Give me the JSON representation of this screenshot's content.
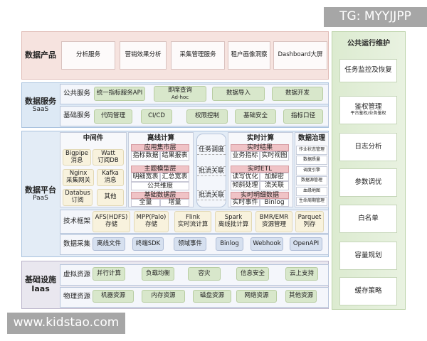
{
  "watermark_top": "TG: MYYJJPP",
  "watermark_bottom": "www.kidstao.com",
  "products": {
    "label": "数据产品",
    "items": [
      "分析服务",
      "营销效果分析",
      "采集管理服务",
      "租户画像洞察",
      "Dashboard大屏"
    ]
  },
  "service": {
    "label": "数据服务",
    "sub": "SaaS",
    "public": {
      "label": "公共服务",
      "items": [
        "统一指标服务API",
        "即席查询",
        "Ad-hoc",
        "数据导入",
        "数据开发"
      ]
    },
    "basic": {
      "label": "基础服务",
      "items": [
        "代码管理",
        "CI/CD",
        "权限控制",
        "基础安全",
        "指标口径"
      ]
    }
  },
  "platform": {
    "label": "数据平台",
    "sub": "PaaS",
    "middleware": {
      "title": "中间件",
      "items": [
        [
          "Bigpipe",
          "消息"
        ],
        [
          "Watt",
          "订阅DB"
        ],
        [
          "Nginx",
          "采集网关"
        ],
        [
          "Kafka",
          "消息"
        ],
        [
          "Databus",
          "订阅"
        ],
        [
          "其他",
          ""
        ]
      ]
    },
    "offline": {
      "title": "离线计算",
      "layers": [
        {
          "h": "应用集市层",
          "c": [
            "指标数据",
            "结果报表"
          ]
        },
        {
          "h": "主题模型层",
          "c": [
            "明细宽表",
            "汇总宽表"
          ],
          "c2": "公共维度"
        },
        {
          "h": "基础数据层",
          "c": [
            "全量",
            "增量"
          ]
        }
      ]
    },
    "schedule": [
      "任务调度",
      "批流关联",
      "批流关联"
    ],
    "realtime": {
      "title": "实时计算",
      "layers": [
        {
          "h": "实时结果",
          "c": [
            "业务指标",
            "实时视图"
          ]
        },
        {
          "h": "实时ETL",
          "c": [
            "读写优化",
            "加解密"
          ],
          "c2": [
            "倾斜处理",
            "流关联"
          ]
        },
        {
          "h": "实时明细数据",
          "c": [
            "实时事件",
            "Binlog"
          ]
        }
      ]
    },
    "governance": {
      "title": "数据治理",
      "items": [
        "作业状态管理",
        "数据质量",
        "调度引擎",
        "数据源管理",
        "血缘地图",
        "生命周期管理"
      ]
    },
    "framework": {
      "label": "技术框架",
      "items": [
        [
          "AFS(HDFS)",
          "存储"
        ],
        [
          "MPP(Palo)",
          "存储"
        ],
        [
          "Flink",
          "实时流计算"
        ],
        [
          "Spark",
          "离线批计算"
        ],
        [
          "BMR/EMR",
          "资源管理"
        ],
        [
          "Parquet",
          "列存"
        ]
      ]
    },
    "collection": {
      "label": "数据采集",
      "items": [
        "离线文件",
        "终端SDK",
        "领域事件",
        "Binlog",
        "Webhook",
        "OpenAPI"
      ]
    }
  },
  "infra": {
    "label": "基础设施",
    "sub": "Iaas",
    "virtual": {
      "label": "虚拟资源",
      "items": [
        "并行计算",
        "负载均衡",
        "容灾",
        "信息安全",
        "云上支持"
      ]
    },
    "physical": {
      "label": "物理资源",
      "items": [
        "机器资源",
        "内存资源",
        "磁盘资源",
        "网络资源",
        "其他资源"
      ]
    }
  },
  "ops": {
    "title": "公共运行维护",
    "items": [
      "任务监控及恢复",
      "鉴权管理",
      "平台鉴权/业务鉴权",
      "日志分析",
      "参数调优",
      "白名单",
      "容量规划",
      "缓存策略"
    ]
  }
}
